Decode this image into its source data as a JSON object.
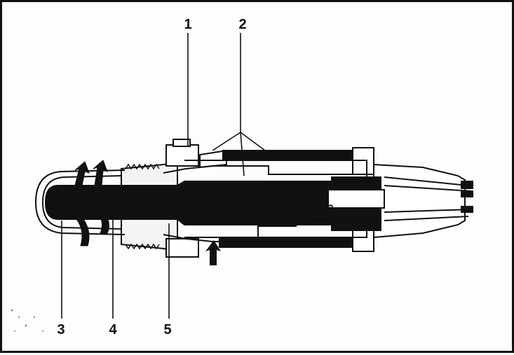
{
  "diagram": {
    "callouts": [
      "1",
      "2",
      "3",
      "4",
      "5"
    ],
    "colors": {
      "ink": "#111111",
      "paper": "#fdfdfd",
      "mid": "#8a8a8a"
    }
  }
}
